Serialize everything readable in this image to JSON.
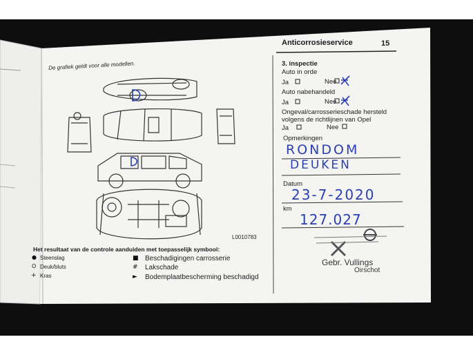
{
  "header": {
    "section_title": "Anticorrosieservice",
    "page_number": "15"
  },
  "left": {
    "intro": "De grafiek geldt voor alle modellen.",
    "diagram_code": "L0010783",
    "legend_heading": "Het resultaat van de controle aanduiden met toepasselijk symbool:",
    "legend": [
      {
        "symbol": "●",
        "label": "Steenslag"
      },
      {
        "symbol": "O",
        "label": "Deuk/bluts"
      },
      {
        "symbol": "+",
        "label": "Kras"
      },
      {
        "symbol": "■",
        "label": "Beschadigingen carrosserie"
      },
      {
        "symbol": "#",
        "label": "Lakschade"
      },
      {
        "symbol": "►",
        "label": "Bodemplaatbescherming beschadigd"
      }
    ]
  },
  "form": {
    "heading": "3. inspectie",
    "q1": "Auto in orde",
    "q2": "Auto nabehandeld",
    "q3_line1": "Ongeval/carrosserieschade hersteld",
    "q3_line2": "volgens de richtlijnen van Opel",
    "yes": "Ja",
    "no": "Nee",
    "remarks_label": "Opmerkingen",
    "date_label": "Datum",
    "km_label": "km"
  },
  "handwriting": {
    "remarks_line1": "RONDOM",
    "remarks_line2": "DEUKEN",
    "date": "23-7-2020",
    "km": "127.027"
  },
  "stamp": {
    "line1": "Gebr. Vullings",
    "line2": "Oirschot"
  }
}
